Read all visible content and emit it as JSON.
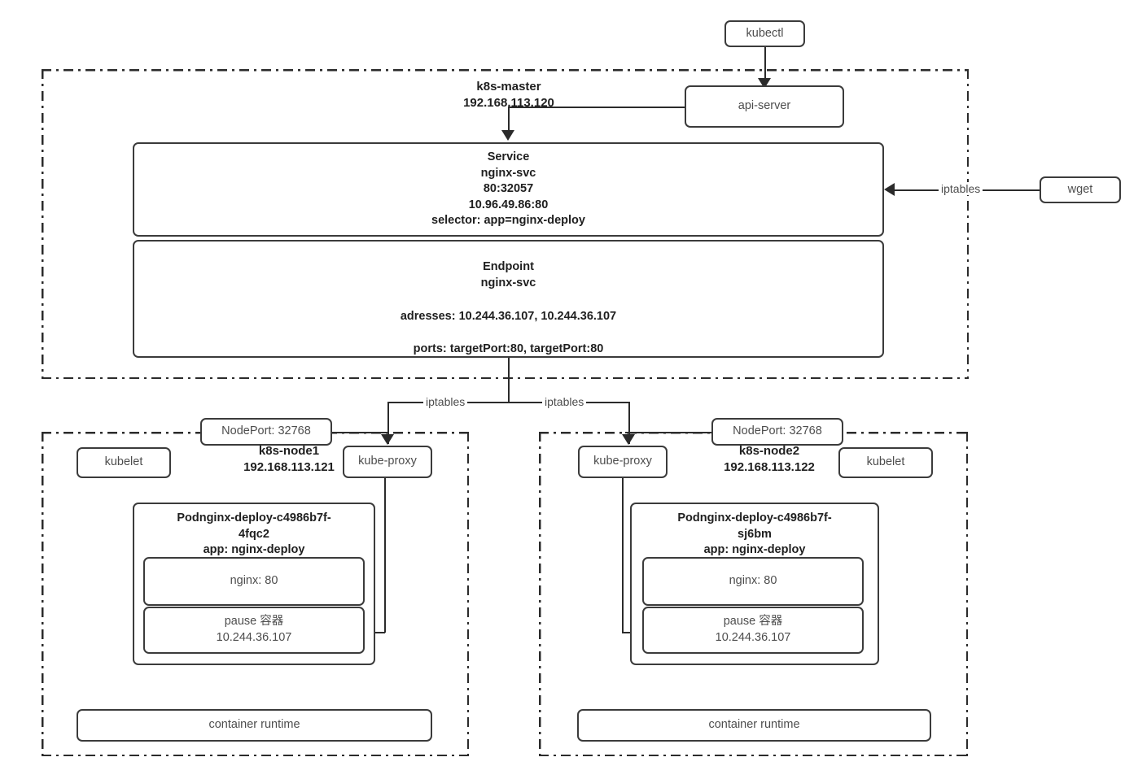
{
  "diagram": {
    "title": "Kubernetes NodePort Service traffic flow",
    "colors": {
      "box_border": "#3b3b3b",
      "region_border": "#2b2b2b",
      "text": "#4d4d4d",
      "text_bold": "#1f1f1f",
      "background": "#ffffff"
    }
  },
  "external": {
    "kubectl": "kubectl",
    "wget": "wget"
  },
  "master": {
    "label_line1": "k8s-master",
    "label_line2": "192.168.113.120",
    "api_server": "api-server",
    "service": {
      "line1": "Service",
      "line2": "nginx-svc",
      "line3": "80:32057",
      "line4": "10.96.49.86:80",
      "line5": "selector: app=nginx-deploy"
    },
    "endpoint": {
      "line1": "Endpoint",
      "line2": "nginx-svc",
      "line3": "adresses: 10.244.36.107, 10.244.36.107",
      "line4": "ports: targetPort:80, targetPort:80"
    }
  },
  "edges": {
    "iptables_wget": "iptables",
    "iptables_node1": "iptables",
    "iptables_node2": "iptables"
  },
  "nodes": [
    {
      "nodeport": "NodePort: 32768",
      "title_line1": "k8s-node1",
      "title_line2": "192.168.113.121",
      "kubelet": "kubelet",
      "kube_proxy": "kube-proxy",
      "container_runtime": "container runtime",
      "pod": {
        "name_line1": "Podnginx-deploy-c4986b7f-",
        "name_line2": "4fqc2",
        "app": "app: nginx-deploy",
        "container_nginx": "nginx: 80",
        "pause_line1": "pause 容器",
        "pause_line2": "10.244.36.107"
      }
    },
    {
      "nodeport": "NodePort: 32768",
      "title_line1": "k8s-node2",
      "title_line2": "192.168.113.122",
      "kubelet": "kubelet",
      "kube_proxy": "kube-proxy",
      "container_runtime": "container runtime",
      "pod": {
        "name_line1": "Podnginx-deploy-c4986b7f-",
        "name_line2": "sj6bm",
        "app": "app: nginx-deploy",
        "container_nginx": "nginx: 80",
        "pause_line1": "pause 容器",
        "pause_line2": "10.244.36.107"
      }
    }
  ]
}
